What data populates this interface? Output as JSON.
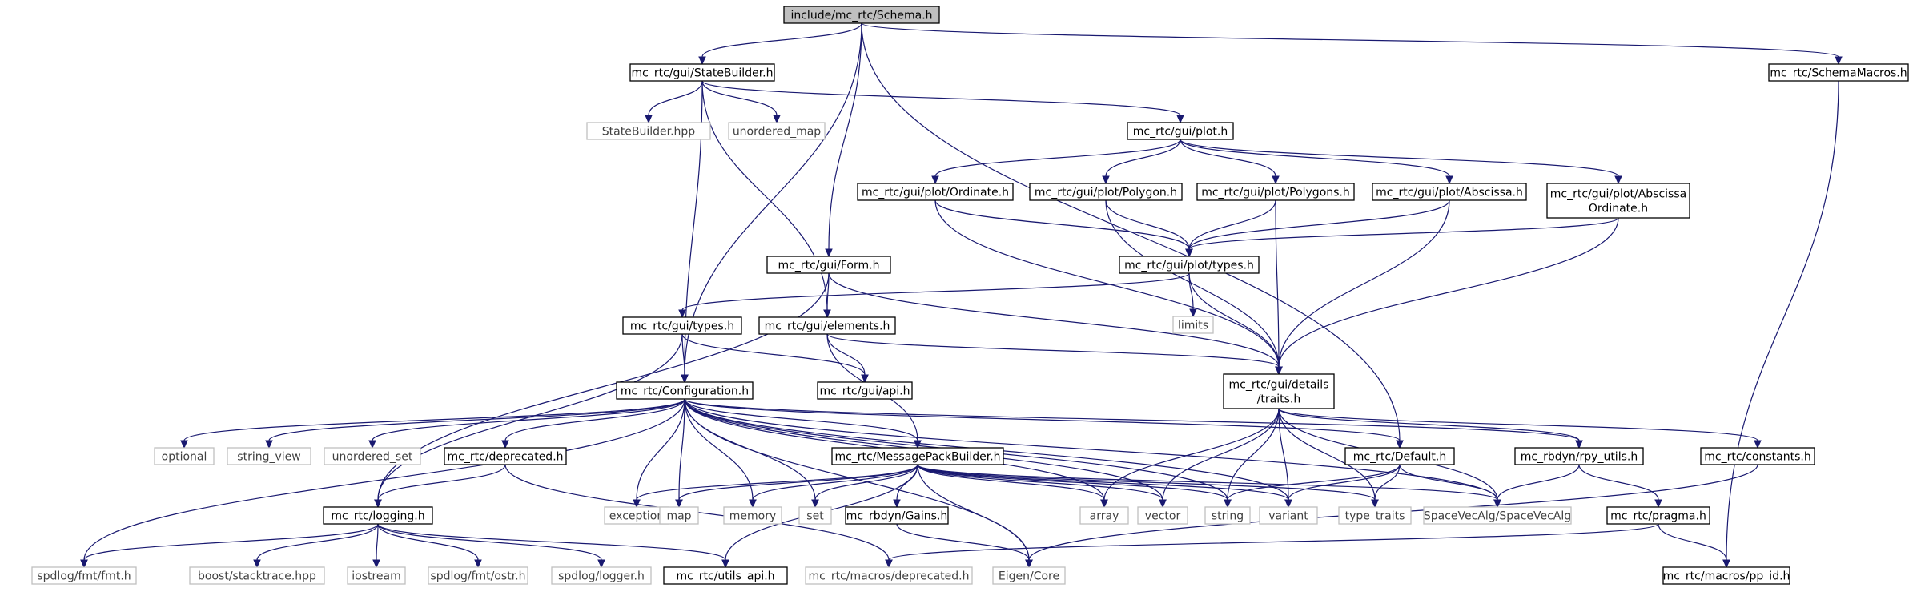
{
  "nodes": [
    {
      "id": "schema",
      "lines": [
        "include/mc_rtc/Schema.h"
      ],
      "kind": "root"
    },
    {
      "id": "statebuilder",
      "lines": [
        "mc_rtc/gui/StateBuilder.h"
      ],
      "kind": "loc"
    },
    {
      "id": "schemamacros",
      "lines": [
        "mc_rtc/SchemaMacros.h"
      ],
      "kind": "loc"
    },
    {
      "id": "statebuilder_hpp",
      "lines": [
        "StateBuilder.hpp"
      ],
      "kind": "ext"
    },
    {
      "id": "unordered_map",
      "lines": [
        "unordered_map"
      ],
      "kind": "ext"
    },
    {
      "id": "plot",
      "lines": [
        "mc_rtc/gui/plot.h"
      ],
      "kind": "loc"
    },
    {
      "id": "ordinate",
      "lines": [
        "mc_rtc/gui/plot/Ordinate.h"
      ],
      "kind": "loc"
    },
    {
      "id": "polygon",
      "lines": [
        "mc_rtc/gui/plot/Polygon.h"
      ],
      "kind": "loc"
    },
    {
      "id": "polygons",
      "lines": [
        "mc_rtc/gui/plot/Polygons.h"
      ],
      "kind": "loc"
    },
    {
      "id": "abscissa",
      "lines": [
        "mc_rtc/gui/plot/Abscissa.h"
      ],
      "kind": "loc"
    },
    {
      "id": "absord",
      "lines": [
        "mc_rtc/gui/plot/Abscissa",
        "Ordinate.h"
      ],
      "kind": "loc"
    },
    {
      "id": "form",
      "lines": [
        "mc_rtc/gui/Form.h"
      ],
      "kind": "loc"
    },
    {
      "id": "plottypes",
      "lines": [
        "mc_rtc/gui/plot/types.h"
      ],
      "kind": "loc"
    },
    {
      "id": "limits",
      "lines": [
        "limits"
      ],
      "kind": "ext"
    },
    {
      "id": "guitypes",
      "lines": [
        "mc_rtc/gui/types.h"
      ],
      "kind": "loc"
    },
    {
      "id": "elements",
      "lines": [
        "mc_rtc/gui/elements.h"
      ],
      "kind": "loc"
    },
    {
      "id": "api",
      "lines": [
        "mc_rtc/gui/api.h"
      ],
      "kind": "loc"
    },
    {
      "id": "traits",
      "lines": [
        "mc_rtc/gui/details",
        "/traits.h"
      ],
      "kind": "loc"
    },
    {
      "id": "configuration",
      "lines": [
        "mc_rtc/Configuration.h"
      ],
      "kind": "loc"
    },
    {
      "id": "optional",
      "lines": [
        "optional"
      ],
      "kind": "ext"
    },
    {
      "id": "string_view",
      "lines": [
        "string_view"
      ],
      "kind": "ext"
    },
    {
      "id": "unordered_set",
      "lines": [
        "unordered_set"
      ],
      "kind": "ext"
    },
    {
      "id": "deprecated",
      "lines": [
        "mc_rtc/deprecated.h"
      ],
      "kind": "loc"
    },
    {
      "id": "msgpack",
      "lines": [
        "mc_rtc/MessagePackBuilder.h"
      ],
      "kind": "loc"
    },
    {
      "id": "default",
      "lines": [
        "mc_rtc/Default.h"
      ],
      "kind": "loc"
    },
    {
      "id": "rpy",
      "lines": [
        "mc_rbdyn/rpy_utils.h"
      ],
      "kind": "loc"
    },
    {
      "id": "constants",
      "lines": [
        "mc_rtc/constants.h"
      ],
      "kind": "loc"
    },
    {
      "id": "exception",
      "lines": [
        "exception"
      ],
      "kind": "ext"
    },
    {
      "id": "map",
      "lines": [
        "map"
      ],
      "kind": "ext"
    },
    {
      "id": "memory",
      "lines": [
        "memory"
      ],
      "kind": "ext"
    },
    {
      "id": "set",
      "lines": [
        "set"
      ],
      "kind": "ext"
    },
    {
      "id": "gains",
      "lines": [
        "mc_rbdyn/Gains.h"
      ],
      "kind": "loc"
    },
    {
      "id": "array",
      "lines": [
        "array"
      ],
      "kind": "ext"
    },
    {
      "id": "vector",
      "lines": [
        "vector"
      ],
      "kind": "ext"
    },
    {
      "id": "string",
      "lines": [
        "string"
      ],
      "kind": "ext"
    },
    {
      "id": "variant",
      "lines": [
        "variant"
      ],
      "kind": "ext"
    },
    {
      "id": "type_traits",
      "lines": [
        "type_traits"
      ],
      "kind": "ext"
    },
    {
      "id": "spacevecalg",
      "lines": [
        "SpaceVecAlg/SpaceVecAlg"
      ],
      "kind": "ext"
    },
    {
      "id": "pragma",
      "lines": [
        "mc_rtc/pragma.h"
      ],
      "kind": "loc"
    },
    {
      "id": "logging",
      "lines": [
        "mc_rtc/logging.h"
      ],
      "kind": "loc"
    },
    {
      "id": "fmt",
      "lines": [
        "spdlog/fmt/fmt.h"
      ],
      "kind": "ext"
    },
    {
      "id": "stacktrace",
      "lines": [
        "boost/stacktrace.hpp"
      ],
      "kind": "ext"
    },
    {
      "id": "iostream",
      "lines": [
        "iostream"
      ],
      "kind": "ext"
    },
    {
      "id": "ostr",
      "lines": [
        "spdlog/fmt/ostr.h"
      ],
      "kind": "ext"
    },
    {
      "id": "logger",
      "lines": [
        "spdlog/logger.h"
      ],
      "kind": "ext"
    },
    {
      "id": "utils_api",
      "lines": [
        "mc_rtc/utils_api.h"
      ],
      "kind": "loc"
    },
    {
      "id": "macros_deprecated",
      "lines": [
        "mc_rtc/macros/deprecated.h"
      ],
      "kind": "ext"
    },
    {
      "id": "eigen",
      "lines": [
        "Eigen/Core"
      ],
      "kind": "ext"
    },
    {
      "id": "pp_id",
      "lines": [
        "mc_rtc/macros/pp_id.h"
      ],
      "kind": "loc"
    }
  ],
  "edges": [
    [
      "schema",
      "statebuilder"
    ],
    [
      "schema",
      "schemamacros"
    ],
    [
      "schema",
      "form"
    ],
    [
      "schema",
      "configuration"
    ],
    [
      "schema",
      "default"
    ],
    [
      "schemamacros",
      "pp_id"
    ],
    [
      "statebuilder",
      "statebuilder_hpp"
    ],
    [
      "statebuilder",
      "unordered_map"
    ],
    [
      "statebuilder",
      "plot"
    ],
    [
      "statebuilder",
      "elements"
    ],
    [
      "statebuilder",
      "configuration"
    ],
    [
      "plot",
      "ordinate"
    ],
    [
      "plot",
      "polygon"
    ],
    [
      "plot",
      "polygons"
    ],
    [
      "plot",
      "abscissa"
    ],
    [
      "plot",
      "absord"
    ],
    [
      "ordinate",
      "plottypes"
    ],
    [
      "ordinate",
      "traits"
    ],
    [
      "polygon",
      "plottypes"
    ],
    [
      "polygon",
      "traits"
    ],
    [
      "polygons",
      "plottypes"
    ],
    [
      "polygons",
      "traits"
    ],
    [
      "abscissa",
      "plottypes"
    ],
    [
      "abscissa",
      "traits"
    ],
    [
      "absord",
      "plottypes"
    ],
    [
      "absord",
      "traits"
    ],
    [
      "plottypes",
      "limits"
    ],
    [
      "plottypes",
      "guitypes"
    ],
    [
      "plottypes",
      "traits"
    ],
    [
      "form",
      "elements"
    ],
    [
      "form",
      "traits"
    ],
    [
      "form",
      "logging"
    ],
    [
      "guitypes",
      "configuration"
    ],
    [
      "guitypes",
      "api"
    ],
    [
      "guitypes",
      "logging"
    ],
    [
      "elements",
      "api"
    ],
    [
      "elements",
      "traits"
    ],
    [
      "elements",
      "msgpack"
    ],
    [
      "traits",
      "array"
    ],
    [
      "traits",
      "vector"
    ],
    [
      "traits",
      "variant"
    ],
    [
      "traits",
      "type_traits"
    ],
    [
      "traits",
      "rpy"
    ],
    [
      "traits",
      "spacevecalg"
    ],
    [
      "traits",
      "constants"
    ],
    [
      "traits",
      "string"
    ],
    [
      "configuration",
      "optional"
    ],
    [
      "configuration",
      "string_view"
    ],
    [
      "configuration",
      "unordered_set"
    ],
    [
      "configuration",
      "deprecated"
    ],
    [
      "configuration",
      "msgpack"
    ],
    [
      "configuration",
      "exception"
    ],
    [
      "configuration",
      "map"
    ],
    [
      "configuration",
      "memory"
    ],
    [
      "configuration",
      "set"
    ],
    [
      "configuration",
      "array"
    ],
    [
      "configuration",
      "vector"
    ],
    [
      "configuration",
      "string"
    ],
    [
      "configuration",
      "variant"
    ],
    [
      "configuration",
      "rpy"
    ],
    [
      "configuration",
      "spacevecalg"
    ],
    [
      "configuration",
      "eigen"
    ],
    [
      "configuration",
      "fmt"
    ],
    [
      "configuration",
      "default"
    ],
    [
      "deprecated",
      "logging"
    ],
    [
      "deprecated",
      "macros_deprecated"
    ],
    [
      "msgpack",
      "exception"
    ],
    [
      "msgpack",
      "map"
    ],
    [
      "msgpack",
      "memory"
    ],
    [
      "msgpack",
      "set"
    ],
    [
      "msgpack",
      "gains"
    ],
    [
      "msgpack",
      "array"
    ],
    [
      "msgpack",
      "vector"
    ],
    [
      "msgpack",
      "string"
    ],
    [
      "msgpack",
      "variant"
    ],
    [
      "msgpack",
      "type_traits"
    ],
    [
      "msgpack",
      "spacevecalg"
    ],
    [
      "msgpack",
      "eigen"
    ],
    [
      "msgpack",
      "utils_api"
    ],
    [
      "gains",
      "eigen"
    ],
    [
      "default",
      "string"
    ],
    [
      "default",
      "variant"
    ],
    [
      "default",
      "type_traits"
    ],
    [
      "default",
      "spacevecalg"
    ],
    [
      "rpy",
      "spacevecalg"
    ],
    [
      "rpy",
      "pragma"
    ],
    [
      "constants",
      "eigen"
    ],
    [
      "pragma",
      "pp_id"
    ],
    [
      "pragma",
      "macros_deprecated"
    ],
    [
      "logging",
      "fmt"
    ],
    [
      "logging",
      "stacktrace"
    ],
    [
      "logging",
      "iostream"
    ],
    [
      "logging",
      "ostr"
    ],
    [
      "logging",
      "logger"
    ],
    [
      "logging",
      "utils_api"
    ]
  ]
}
